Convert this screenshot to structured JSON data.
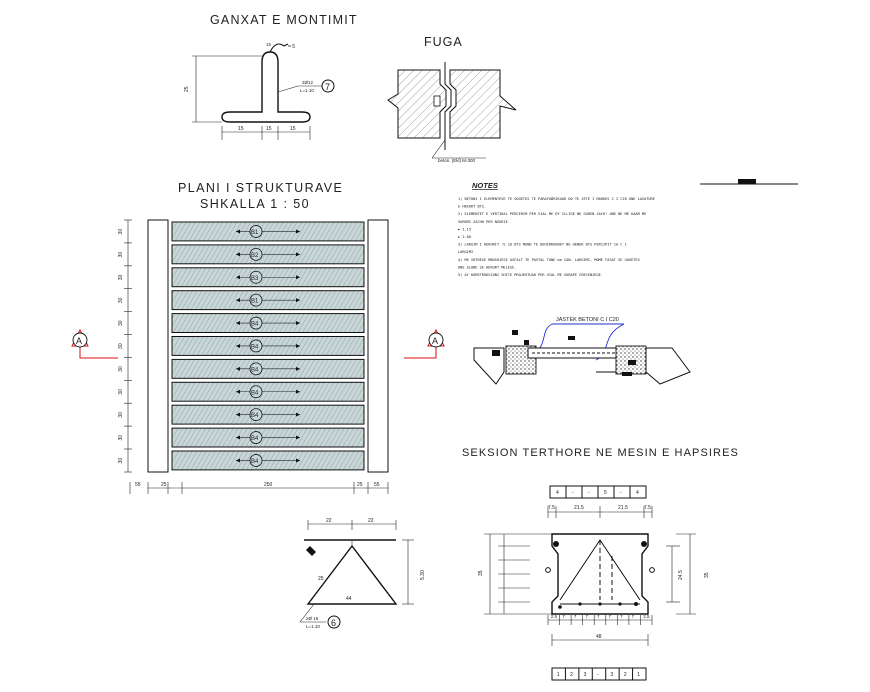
{
  "titles": {
    "ganxat": "GANXAT E MONTIMIT",
    "fuga": "FUGA",
    "plani_line1": "PLANI I STRUKTURAVE",
    "plani_line2": "SHKALLA  1 : 50",
    "notes": "NOTES",
    "seksion": "SEKSION TERTHORE NE MESIN E HAPSIRES",
    "jaster": "JASTEK BETONI C I C20"
  },
  "hook": {
    "height_dim": "25",
    "w1": "15",
    "w2": "15",
    "w3": "15",
    "bend": "= 5",
    "spec1": "2Ø12",
    "spec2": "L=1.10",
    "callout": "7"
  },
  "fuga": {
    "note": "beton. (Ekl) M-300"
  },
  "notes_lines": [
    "1) BETONI I ELEMENTEVE TE GOGETES TE PARAFABRIKUAR DO TE JETE I MARKES C I C20 ONE LAVATURE",
    "   E HEKURT BTS.",
    "2) ELEMENTET E VERTIKAL PERCERIM PER VIAL ME DY ILLIGE NE GUREN SACH! ONE NE ME KAAM ME",
    "   GUREMI SACHH PER NGURIE",
    "   ► 1.15",
    "   ► 2.00",
    "3) LARGIM I HEKURIT 'E 10 BTS MUND TE DEHIDROENET NE HENUR BTS PERCIPIT 1m C 1",
    "   LARGIMI",
    "4) ME SHTRESE MBUSHJESE ASFALT TE PASTAL TONE me CON. LARGIMI, MOME FASAT SE GOGETES",
    "   ONE GLOBE SE HEKURT MELESE.",
    "5) AY KOMSTRUKSIONI SHITE PROJEKTUAR PER VIAL ME GURAPE CRECENJEGE."
  ],
  "plan": {
    "section_marker": "A",
    "slab_labels": [
      "B1",
      "B2",
      "B3",
      "B1",
      "B4",
      "B4",
      "B4",
      "B4",
      "B4",
      "B4",
      "B4"
    ],
    "left_dims": [
      "30",
      "30",
      "30",
      "30",
      "30",
      "30",
      "30",
      "30",
      "30",
      "30",
      "30"
    ],
    "bottom_dims": [
      "55",
      "25",
      "250",
      "25",
      "55"
    ]
  },
  "triangle": {
    "top_dims": [
      "22",
      "22"
    ],
    "height_dim": "5.30",
    "side": "25",
    "base": "44",
    "spec1": "2Ø 16",
    "spec2": "L=1.10",
    "callout": "6"
  },
  "section": {
    "top_row": [
      "4",
      "-",
      "-",
      "5",
      "-",
      "4"
    ],
    "top_dims": [
      "7.5",
      "21.5",
      "21.5",
      "7.5"
    ],
    "height_left": "35",
    "height_right": "35",
    "inner_height": "24.5",
    "bottom_dims": [
      "2.5",
      "7",
      "7",
      "7",
      "7",
      "7",
      "7",
      "7",
      "2.5"
    ],
    "total": "48",
    "bottom_row": [
      "1",
      "2",
      "3",
      "-",
      "3",
      "2",
      "1"
    ]
  }
}
